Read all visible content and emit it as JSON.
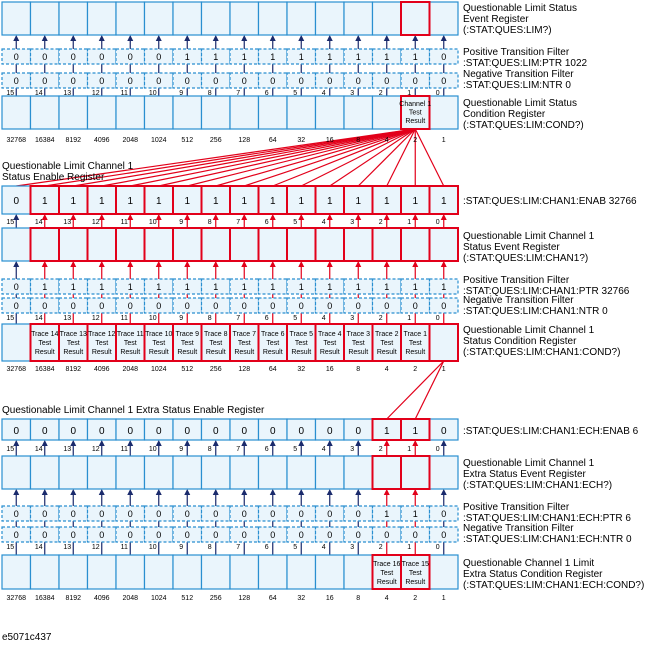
{
  "bit_numbers": [
    "15",
    "14",
    "13",
    "12",
    "11",
    "10",
    "9",
    "8",
    "7",
    "6",
    "5",
    "4",
    "3",
    "2",
    "1",
    "0"
  ],
  "weights": [
    "32768",
    "16384",
    "8192",
    "4096",
    "2048",
    "1024",
    "512",
    "256",
    "128",
    "64",
    "32",
    "16",
    "8",
    "4",
    "2",
    "1"
  ],
  "colors": {
    "register_border": "#2a8fd0",
    "register_fill": "#eaf5fc",
    "highlight": "#e2001a",
    "arrow": "#1a2a6c",
    "text": "#000000"
  },
  "ques_lim": {
    "event_label": [
      "Questionable Limit Status",
      "Event Register",
      "(:STAT:QUES:LIM?)"
    ],
    "ptr_values": [
      "0",
      "0",
      "0",
      "0",
      "0",
      "0",
      "1",
      "1",
      "1",
      "1",
      "1",
      "1",
      "1",
      "1",
      "1",
      "0"
    ],
    "ptr_label": [
      "Positive Transition Filter",
      ":STAT:QUES:LIM:PTR 1022"
    ],
    "ntr_values": [
      "0",
      "0",
      "0",
      "0",
      "0",
      "0",
      "0",
      "0",
      "0",
      "0",
      "0",
      "0",
      "0",
      "0",
      "0",
      "0"
    ],
    "ntr_label": [
      "Negative Transition Filter",
      ":STAT:QUES:LIM:NTR 0"
    ],
    "condition_label": [
      "Questionable Limit Status",
      "Condition Register",
      "(:STAT:QUES:LIM:COND?)"
    ],
    "channel_cell": [
      "Channel 1",
      "Test",
      "Result"
    ]
  },
  "chan1": {
    "enable_title": [
      "Questionable Limit Channel 1",
      "Status Enable Register"
    ],
    "enable_values": [
      "0",
      "1",
      "1",
      "1",
      "1",
      "1",
      "1",
      "1",
      "1",
      "1",
      "1",
      "1",
      "1",
      "1",
      "1",
      "1"
    ],
    "enable_label": ":STAT:QUES:LIM:CHAN1:ENAB 32766",
    "event_label": [
      "Questionable Limit Channel 1",
      "Status Event Register",
      "(:STAT:QUES:LIM:CHAN1?)"
    ],
    "ptr_values": [
      "0",
      "1",
      "1",
      "1",
      "1",
      "1",
      "1",
      "1",
      "1",
      "1",
      "1",
      "1",
      "1",
      "1",
      "1",
      "1"
    ],
    "ptr_label": [
      "Positive Transition Filter",
      ":STAT:QUES:LIM:CHAN1:PTR 32766"
    ],
    "ntr_values": [
      "0",
      "0",
      "0",
      "0",
      "0",
      "0",
      "0",
      "0",
      "0",
      "0",
      "0",
      "0",
      "0",
      "0",
      "0",
      "0"
    ],
    "ntr_label": [
      "Negative Transition Filter",
      ":STAT:QUES:LIM:CHAN1:NTR 0"
    ],
    "condition_label": [
      "Questionable Limit Channel 1",
      "Status Condition Register",
      "(:STAT:QUES:LIM:CHAN1:COND?)"
    ],
    "trace_cells": [
      "Trace 14",
      "Trace 13",
      "Trace 12",
      "Trace 11",
      "Trace 10",
      "Trace 9",
      "Trace 8",
      "Trace 7",
      "Trace 6",
      "Trace 5",
      "Trace 4",
      "Trace 3",
      "Trace 2",
      "Trace 1"
    ],
    "test_word": "Test",
    "result_word": "Result"
  },
  "ech": {
    "enable_title": "Questionable Limit Channel 1 Extra Status Enable Register",
    "enable_values": [
      "0",
      "0",
      "0",
      "0",
      "0",
      "0",
      "0",
      "0",
      "0",
      "0",
      "0",
      "0",
      "0",
      "1",
      "1",
      "0"
    ],
    "enable_label": ":STAT:QUES:LIM:CHAN1:ECH:ENAB 6",
    "event_label": [
      "Questionable Limit Channel 1",
      "Extra Status Event Register",
      "(:STAT:QUES:LIM:CHAN1:ECH?)"
    ],
    "ptr_values": [
      "0",
      "0",
      "0",
      "0",
      "0",
      "0",
      "0",
      "0",
      "0",
      "0",
      "0",
      "0",
      "0",
      "1",
      "1",
      "0"
    ],
    "ptr_label": [
      "Positive Transition Filter",
      ":STAT:QUES:LIM:CHAN1:ECH:PTR 6"
    ],
    "ntr_values": [
      "0",
      "0",
      "0",
      "0",
      "0",
      "0",
      "0",
      "0",
      "0",
      "0",
      "0",
      "0",
      "0",
      "0",
      "0",
      "0"
    ],
    "ntr_label": [
      "Negative Transition Filter",
      ":STAT:QUES:LIM:CHAN1:ECH:NTR 0"
    ],
    "condition_label": [
      "Questionable Channel 1 Limit",
      "Extra Status Condition Register",
      "(:STAT:QUES:LIM:CHAN1:ECH:COND?)"
    ],
    "trace_cells": [
      "Trace 16",
      "Trace 15"
    ]
  },
  "figure_id": "e5071c437"
}
